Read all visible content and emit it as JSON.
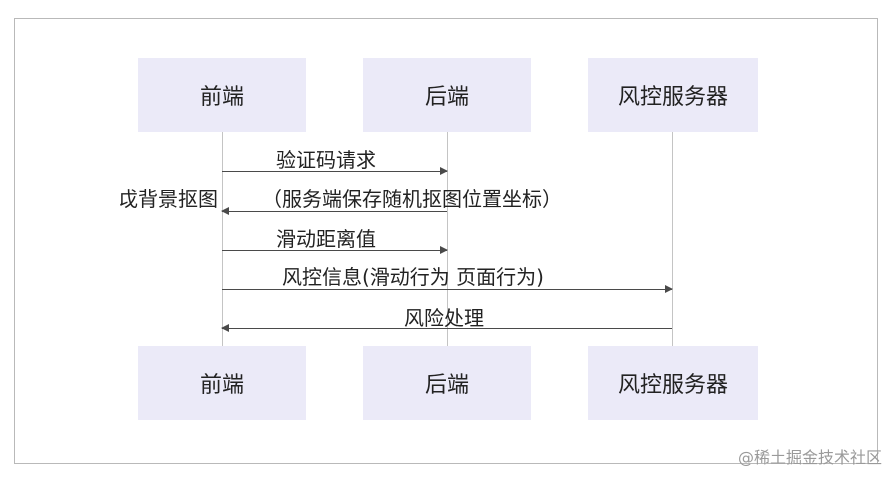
{
  "participants": {
    "frontend": "前端",
    "backend": "后端",
    "risk_server": "风控服务器"
  },
  "messages": {
    "m1": "验证码请求",
    "m2_left": "戉背景抠图",
    "m2_right": "（服务端保存随机抠图位置坐标）",
    "m3": "滑动距离值",
    "m4": "风控信息(滑动行为  页面行为)",
    "m5": "风险处理"
  },
  "watermark": "@稀土掘金技术社区",
  "colors": {
    "box_fill": "#ebeaf8",
    "arrow": "#4a4a4a",
    "lifeline": "#c4c4c4",
    "frame": "#b9b9b9"
  }
}
